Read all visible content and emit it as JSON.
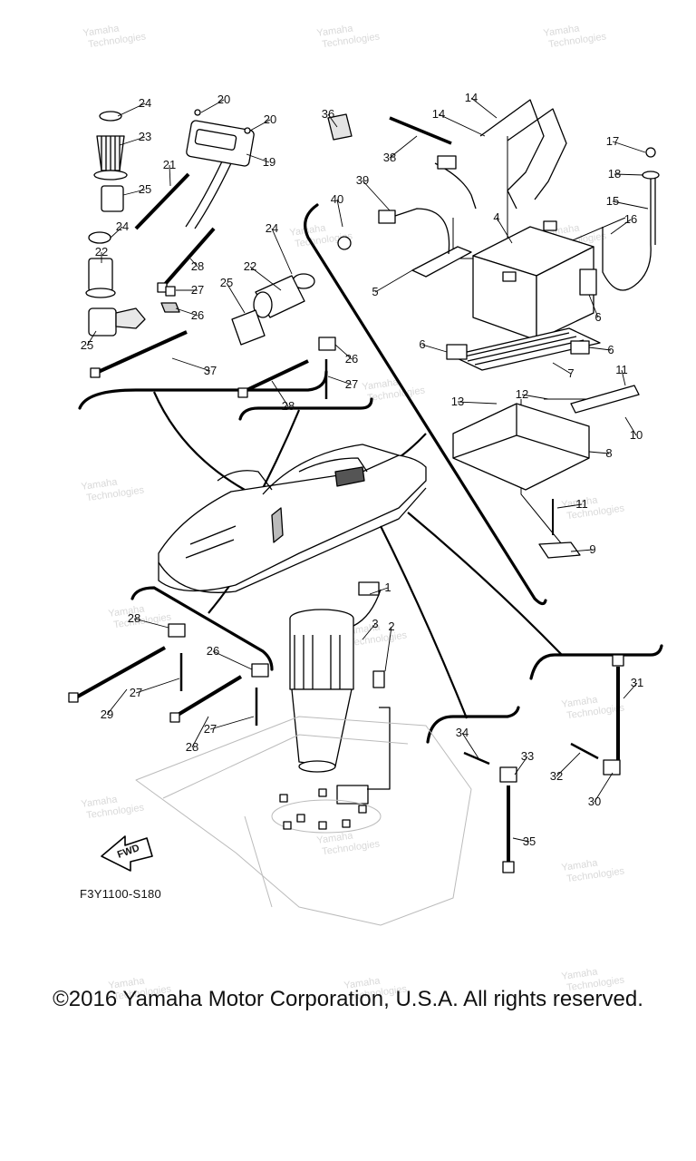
{
  "diagram": {
    "reference_code": "F3Y1100-S180",
    "fwd_label": "FWD",
    "watermark": [
      "Yamaha",
      "Technologies"
    ],
    "callouts": [
      {
        "n": "24"
      },
      {
        "n": "23"
      },
      {
        "n": "25"
      },
      {
        "n": "24"
      },
      {
        "n": "22"
      },
      {
        "n": "25"
      },
      {
        "n": "20"
      },
      {
        "n": "20"
      },
      {
        "n": "19"
      },
      {
        "n": "21"
      },
      {
        "n": "28"
      },
      {
        "n": "27"
      },
      {
        "n": "26"
      },
      {
        "n": "24"
      },
      {
        "n": "22"
      },
      {
        "n": "25"
      },
      {
        "n": "37"
      },
      {
        "n": "26"
      },
      {
        "n": "27"
      },
      {
        "n": "28"
      },
      {
        "n": "36"
      },
      {
        "n": "38"
      },
      {
        "n": "39"
      },
      {
        "n": "40"
      },
      {
        "n": "14"
      },
      {
        "n": "14"
      },
      {
        "n": "17"
      },
      {
        "n": "18"
      },
      {
        "n": "15"
      },
      {
        "n": "16"
      },
      {
        "n": "4"
      },
      {
        "n": "5"
      },
      {
        "n": "6"
      },
      {
        "n": "6"
      },
      {
        "n": "6"
      },
      {
        "n": "7"
      },
      {
        "n": "11"
      },
      {
        "n": "10"
      },
      {
        "n": "13"
      },
      {
        "n": "12"
      },
      {
        "n": "8"
      },
      {
        "n": "11"
      },
      {
        "n": "9"
      },
      {
        "n": "1"
      },
      {
        "n": "3"
      },
      {
        "n": "2"
      },
      {
        "n": "28"
      },
      {
        "n": "26"
      },
      {
        "n": "27"
      },
      {
        "n": "29"
      },
      {
        "n": "27"
      },
      {
        "n": "28"
      },
      {
        "n": "31"
      },
      {
        "n": "34"
      },
      {
        "n": "33"
      },
      {
        "n": "32"
      },
      {
        "n": "30"
      },
      {
        "n": "35"
      }
    ]
  },
  "footer": {
    "copyright": "©2016 Yamaha Motor Corporation, U.S.A. All rights reserved."
  }
}
